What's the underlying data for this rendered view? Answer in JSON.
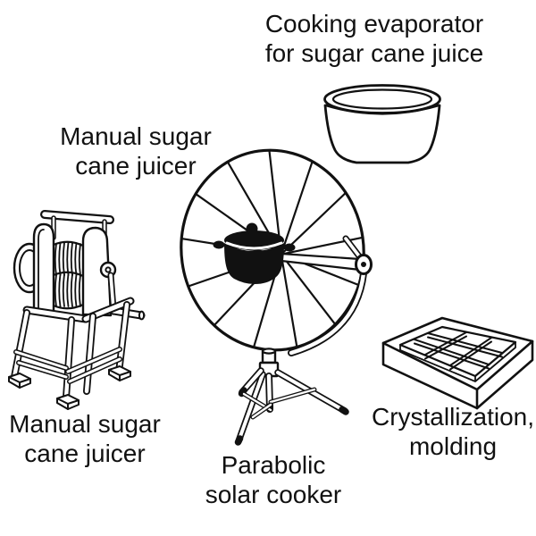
{
  "diagram": {
    "background": "#ffffff",
    "ink": "#111111",
    "labels": {
      "evaporator": {
        "line1": "Cooking evaporator",
        "line2": "for sugar cane juice"
      },
      "juicer_top": {
        "line1": "Manual sugar",
        "line2": "cane juicer"
      },
      "juicer_bottom": {
        "line1": "Manual sugar",
        "line2": "cane juicer"
      },
      "solar_cooker": {
        "line1": "Parabolic",
        "line2": "solar cooker"
      },
      "crystallization": {
        "line1": "Crystallization,",
        "line2": "molding"
      }
    },
    "figures": {
      "evaporator_pot": "cooking-evaporator-pot-illustration",
      "juicer": "manual-sugar-cane-juicer-illustration",
      "solar_cooker": "parabolic-solar-cooker-illustration",
      "tray": "crystallization-molding-tray-illustration"
    }
  }
}
